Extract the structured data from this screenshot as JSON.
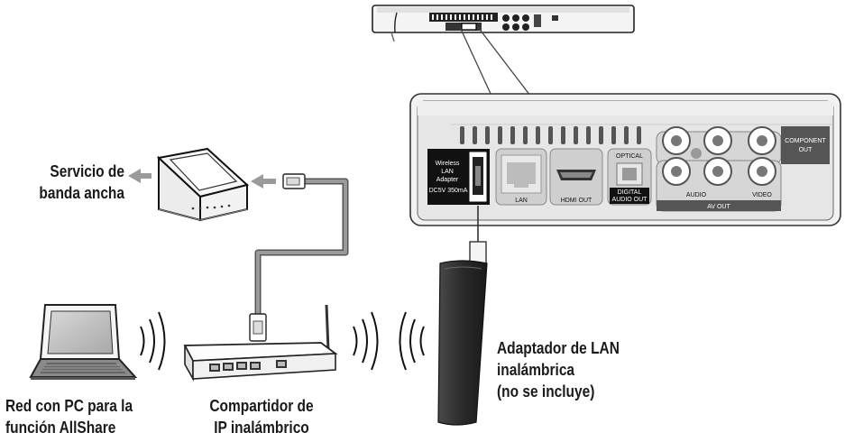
{
  "captions": {
    "broadband_line1": "Servicio de",
    "broadband_line2": "banda ancha",
    "adapter_line1": "Adaptador de LAN",
    "adapter_line2": "inalámbrica",
    "adapter_line3": "(no se incluye)",
    "pc_line1": "Red con PC para la",
    "pc_line2": "función AllShare",
    "router_line1": "Compartidor de",
    "router_line2": "IP inalámbrico"
  },
  "panel_labels": {
    "wireless_line1": "Wireless",
    "wireless_line2": "LAN",
    "wireless_line3": "Adapter",
    "wireless_line4": "DC5V 350mA",
    "lan": "LAN",
    "hdmi_out": "HDMI OUT",
    "optical": "OPTICAL",
    "digital_line1": "DIGITAL",
    "digital_line2": "AUDIO OUT",
    "av_out": "AV OUT",
    "audio": "AUDIO",
    "video": "VIDEO",
    "component_line1": "COMPONENT",
    "component_line2": "OUT"
  },
  "colors": {
    "panel_bg": "#e6e6e6",
    "panel_border": "#555555",
    "cable": "#8c8c8c",
    "adapter": "#2e2e2e"
  }
}
